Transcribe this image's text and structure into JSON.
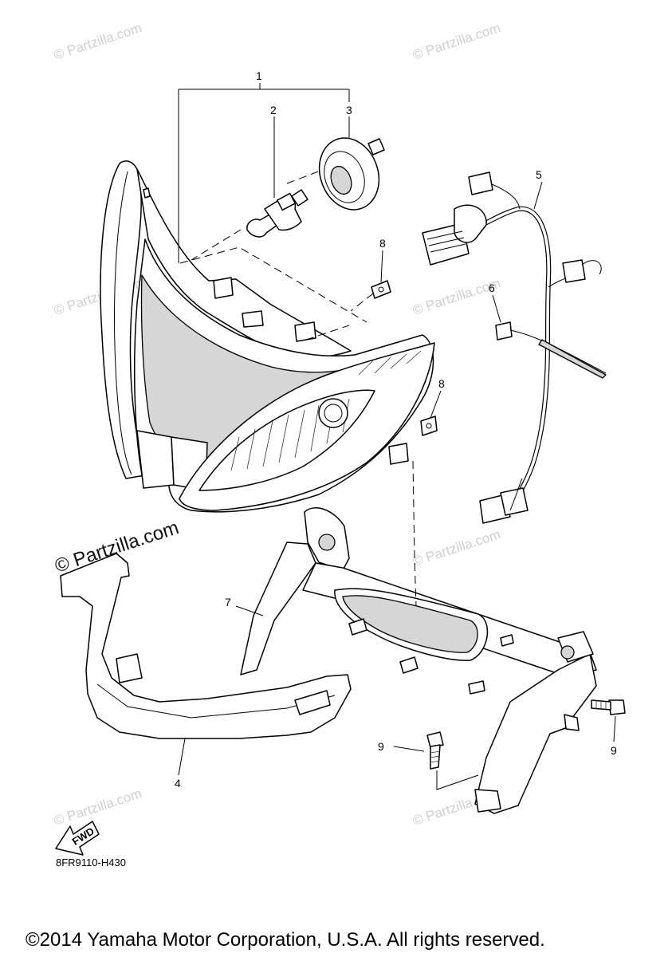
{
  "callouts": {
    "c1": "1",
    "c2": "2",
    "c3": "3",
    "c4": "4",
    "c5": "5",
    "c6": "6",
    "c7": "7",
    "c8a": "8",
    "c8b": "8",
    "c9a": "9",
    "c9b": "9"
  },
  "watermark": {
    "text": "© Partzilla.com",
    "prominent": "© Partzilla.com"
  },
  "fwd_label": "FWD",
  "diagram_code": "8FR9110-H430",
  "copyright": "©2014 Yamaha Motor Corporation, U.S.A. All rights reserved."
}
